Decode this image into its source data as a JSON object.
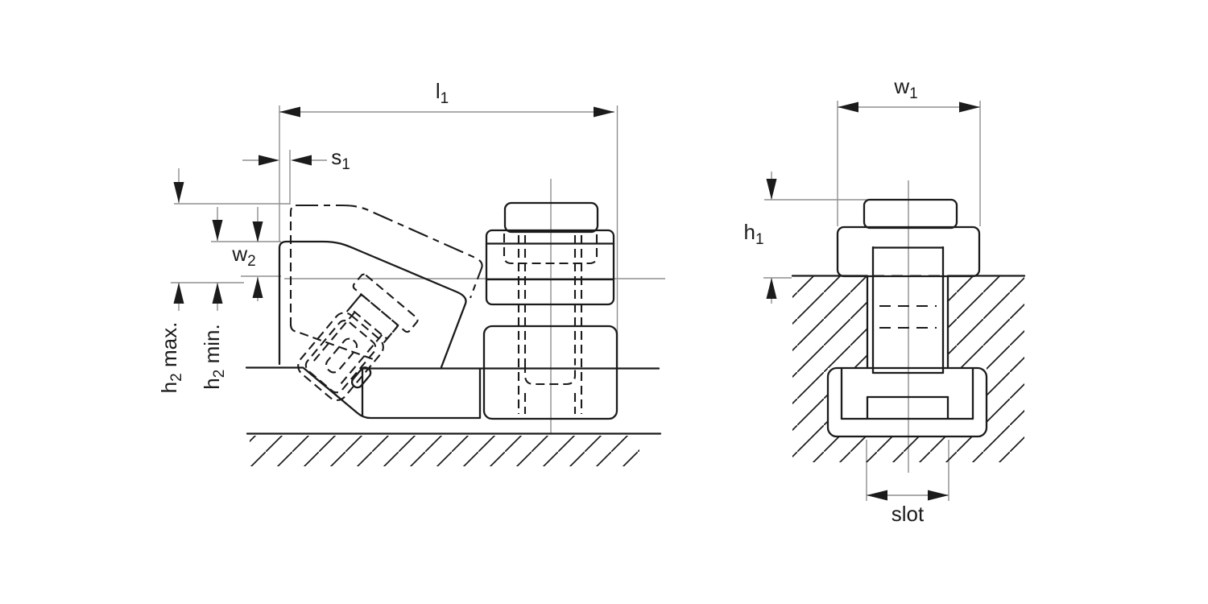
{
  "drawing": {
    "side_view": {
      "labels": {
        "l1": {
          "base": "l",
          "sub": "1",
          "suffix": ""
        },
        "s1": {
          "base": "s",
          "sub": "1",
          "suffix": ""
        },
        "w2": {
          "base": "w",
          "sub": "2",
          "suffix": ""
        },
        "h2_max": {
          "base": "h",
          "sub": "2",
          "suffix": " max."
        },
        "h2_min": {
          "base": "h",
          "sub": "2",
          "suffix": " min."
        }
      }
    },
    "front_view": {
      "labels": {
        "w1": {
          "base": "w",
          "sub": "1",
          "suffix": ""
        },
        "h1": {
          "base": "h",
          "sub": "1",
          "suffix": ""
        },
        "slot": {
          "base": "slot",
          "sub": "",
          "suffix": ""
        }
      }
    }
  },
  "colors": {
    "line": "#1b1b1b",
    "thin_line": "#8f8f8f",
    "background": "#ffffff"
  }
}
